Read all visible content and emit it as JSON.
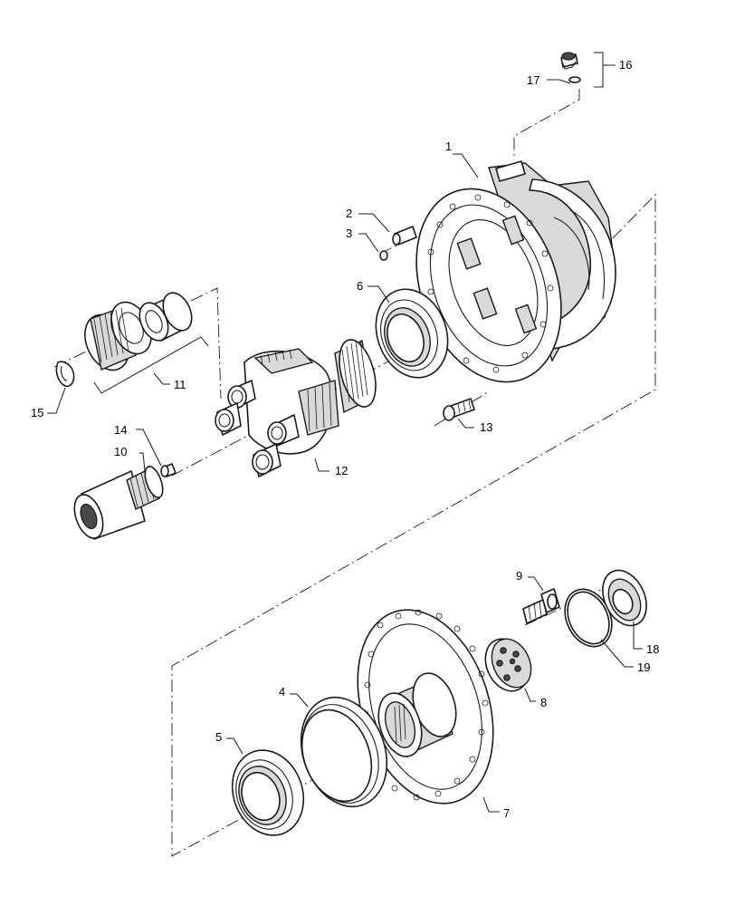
{
  "callouts": [
    {
      "id": "1",
      "label": "1"
    },
    {
      "id": "2",
      "label": "2"
    },
    {
      "id": "3",
      "label": "3"
    },
    {
      "id": "4",
      "label": "4"
    },
    {
      "id": "5",
      "label": "5"
    },
    {
      "id": "6",
      "label": "6"
    },
    {
      "id": "7",
      "label": "7"
    },
    {
      "id": "8",
      "label": "8"
    },
    {
      "id": "9",
      "label": "9"
    },
    {
      "id": "10",
      "label": "10"
    },
    {
      "id": "11",
      "label": "11"
    },
    {
      "id": "12",
      "label": "12"
    },
    {
      "id": "13",
      "label": "13"
    },
    {
      "id": "14",
      "label": "14"
    },
    {
      "id": "15",
      "label": "15"
    },
    {
      "id": "16",
      "label": "16"
    },
    {
      "id": "17",
      "label": "17"
    },
    {
      "id": "18",
      "label": "18"
    },
    {
      "id": "19",
      "label": "19"
    }
  ],
  "colors": {
    "line": "#1a1a1a",
    "background": "#ffffff",
    "shade": "#d9d9d9"
  }
}
